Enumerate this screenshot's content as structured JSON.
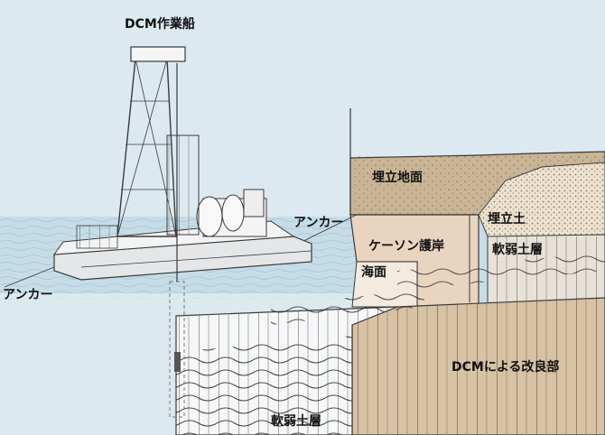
{
  "labels": {
    "vessel": "DCM作業船",
    "anchor_right": "アンカー",
    "anchor_left": "アンカー",
    "reclaimed_surface": "埋立地面",
    "reclaimed_soil": "埋立土",
    "caisson_seawall": "ケーソン護岸",
    "sea_surface": "海面",
    "soft_layer_right": "軟弱土層",
    "soft_layer_bottom": "軟弱土層",
    "improved_zone": "DCMによる改良部"
  },
  "colors": {
    "sky": "#dde9f0",
    "sea": "#c6dde8",
    "reclaimed": "#c9b596",
    "caisson": "#e9d4bf",
    "improved": "#d7c2a6",
    "seabed": "#eef2f4",
    "line": "#3a3a3a"
  }
}
